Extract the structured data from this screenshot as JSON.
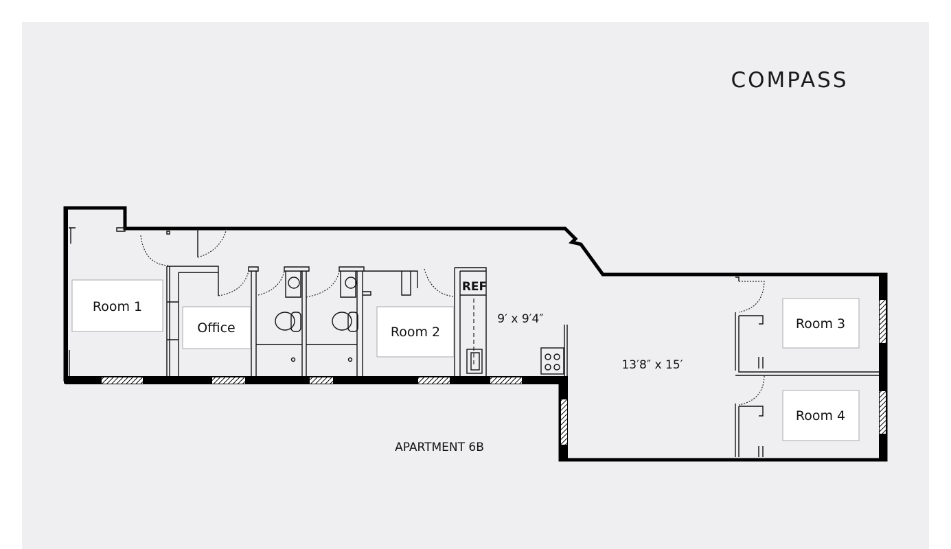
{
  "brand": {
    "logo_text": "COMPASS"
  },
  "plan": {
    "title": "APARTMENT 6B",
    "rooms": [
      {
        "label": "Room 1"
      },
      {
        "label": "Office"
      },
      {
        "label": "Room 2"
      },
      {
        "label": "Room 3"
      },
      {
        "label": "Room 4"
      }
    ],
    "kitchen": {
      "dimensions": "9′ x 9′4″",
      "appliance_label": "REF"
    },
    "living": {
      "dimensions": "13′8″ x 15′"
    }
  },
  "colors": {
    "background": "#efeff1",
    "wall": "#000000",
    "room_label_box": "#ffffff"
  }
}
